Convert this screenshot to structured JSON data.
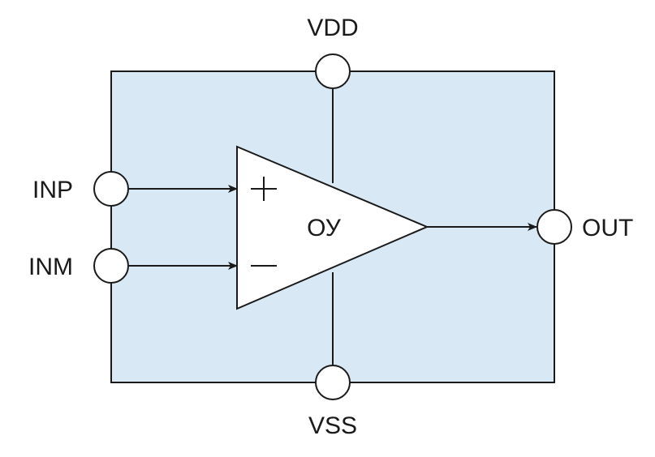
{
  "diagram": {
    "title": "Operational amplifier block",
    "colors": {
      "block_fill": "#d8e8f4",
      "line": "#1a1a1a",
      "terminal_fill": "#ffffff"
    },
    "amplifier": {
      "label": "ОУ",
      "plus_sign": "+",
      "minus_sign": "—"
    },
    "terminals": {
      "vdd": "VDD",
      "vss": "VSS",
      "inp": "INP",
      "inm": "INM",
      "out": "OUT"
    }
  }
}
